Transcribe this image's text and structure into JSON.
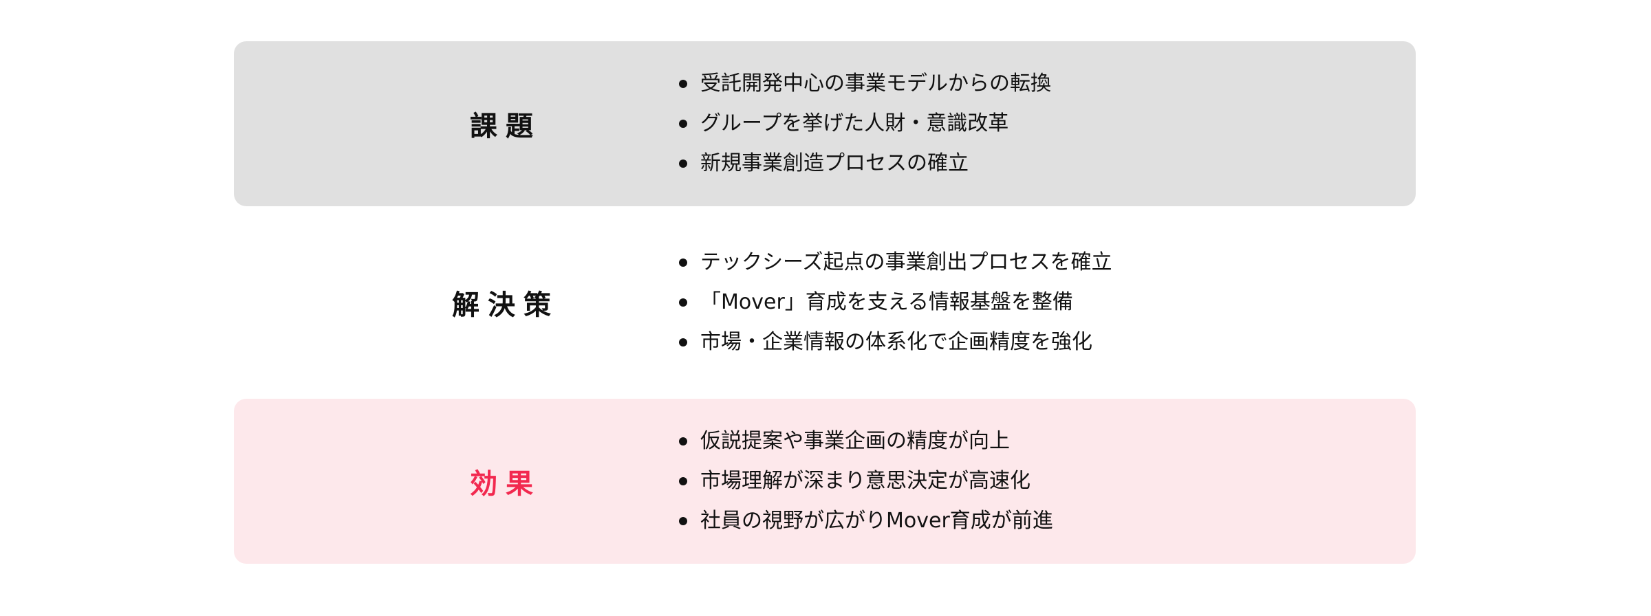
{
  "sections": [
    {
      "title": "課題",
      "items": [
        "受託開発中心の事業モデルからの転換",
        "グループを挙げた人財・意識改革",
        "新規事業創造プロセスの確立"
      ]
    },
    {
      "title": "解決策",
      "items": [
        "テックシーズ起点の事業創出プロセスを確立",
        "「Mover」育成を支える情報基盤を整備",
        "市場・企業情報の体系化で企画精度を強化"
      ]
    },
    {
      "title": "効果",
      "items": [
        "仮説提案や事業企画の精度が向上",
        "市場理解が深まり意思決定が高速化",
        "社員の視野が広がりMover育成が前進"
      ]
    }
  ],
  "colors": {
    "issue_bg": "#e0e0e0",
    "effect_bg": "#fde8eb",
    "effect_title": "#f2294f"
  }
}
